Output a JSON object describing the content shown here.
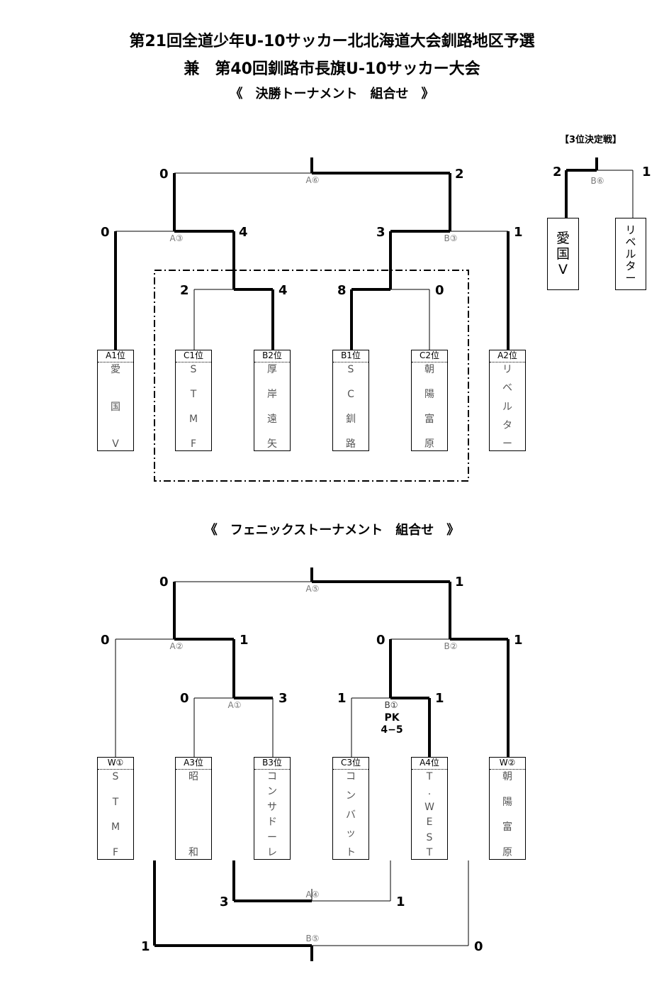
{
  "titles": {
    "line1": "第21回全道少年U-10サッカー北北海道大会釧路地区予選",
    "line2": "兼　第40回釧路市長旗U-10サッカー大会",
    "line3": "《　決勝トーナメント　組合せ　》",
    "line4": "《　フェニックストーナメント　組合せ　》"
  },
  "third_place": {
    "title": "【3位決定戦】",
    "match": "B⑥",
    "score_left": "2",
    "score_right": "1",
    "team_left": [
      "愛",
      "国",
      "V"
    ],
    "team_right": [
      "リ",
      "ベ",
      "ル",
      "タ",
      "ー"
    ]
  },
  "final": {
    "teams": [
      {
        "seed": "A1位",
        "chars": [
          "愛",
          "国",
          "V"
        ]
      },
      {
        "seed": "C1位",
        "chars": [
          "S",
          "T",
          "M",
          "F"
        ]
      },
      {
        "seed": "B2位",
        "chars": [
          "厚",
          "岸",
          "遠",
          "矢"
        ]
      },
      {
        "seed": "B1位",
        "chars": [
          "S",
          "C",
          "釧",
          "路"
        ]
      },
      {
        "seed": "C2位",
        "chars": [
          "朝",
          "陽",
          "富",
          "原"
        ]
      },
      {
        "seed": "A2位",
        "chars": [
          "リ",
          "ベ",
          "ル",
          "タ",
          "ー"
        ]
      }
    ],
    "matches": {
      "top": "A⑥",
      "left": "A③",
      "right": "B③"
    },
    "scores": {
      "top_left": "0",
      "top_right": "2",
      "left_left": "0",
      "left_right": "4",
      "right_left": "3",
      "right_right": "1",
      "inner1_left": "2",
      "inner1_right": "4",
      "inner2_left": "8",
      "inner2_right": "0"
    }
  },
  "phoenix": {
    "teams": [
      {
        "seed": "W①",
        "chars": [
          "S",
          "T",
          "M",
          "F"
        ]
      },
      {
        "seed": "A3位",
        "chars": [
          "昭",
          "和"
        ]
      },
      {
        "seed": "B3位",
        "chars": [
          "コ",
          "ン",
          "サ",
          "ド",
          "ー",
          "レ"
        ]
      },
      {
        "seed": "C3位",
        "chars": [
          "コ",
          "ン",
          "バ",
          "ッ",
          "ト"
        ]
      },
      {
        "seed": "A4位",
        "chars": [
          "T",
          ".",
          "W",
          "E",
          "S",
          "T"
        ]
      },
      {
        "seed": "W②",
        "chars": [
          "朝",
          "陽",
          "富",
          "原"
        ]
      }
    ],
    "matches": {
      "top": "A⑤",
      "left": "A②",
      "right": "B②",
      "a1": "A①",
      "b1": "B①",
      "a4": "A④",
      "b5": "B⑤"
    },
    "pk": {
      "label": "PK",
      "score": "4−5"
    },
    "scores": {
      "top_left": "0",
      "top_right": "1",
      "left_left": "0",
      "left_right": "1",
      "right_left": "0",
      "right_right": "1",
      "a1_left": "0",
      "a1_right": "3",
      "b1_left": "1",
      "b1_right": "1",
      "a4_left": "3",
      "a4_right": "1",
      "b5_left": "1",
      "b5_right": "0"
    }
  }
}
